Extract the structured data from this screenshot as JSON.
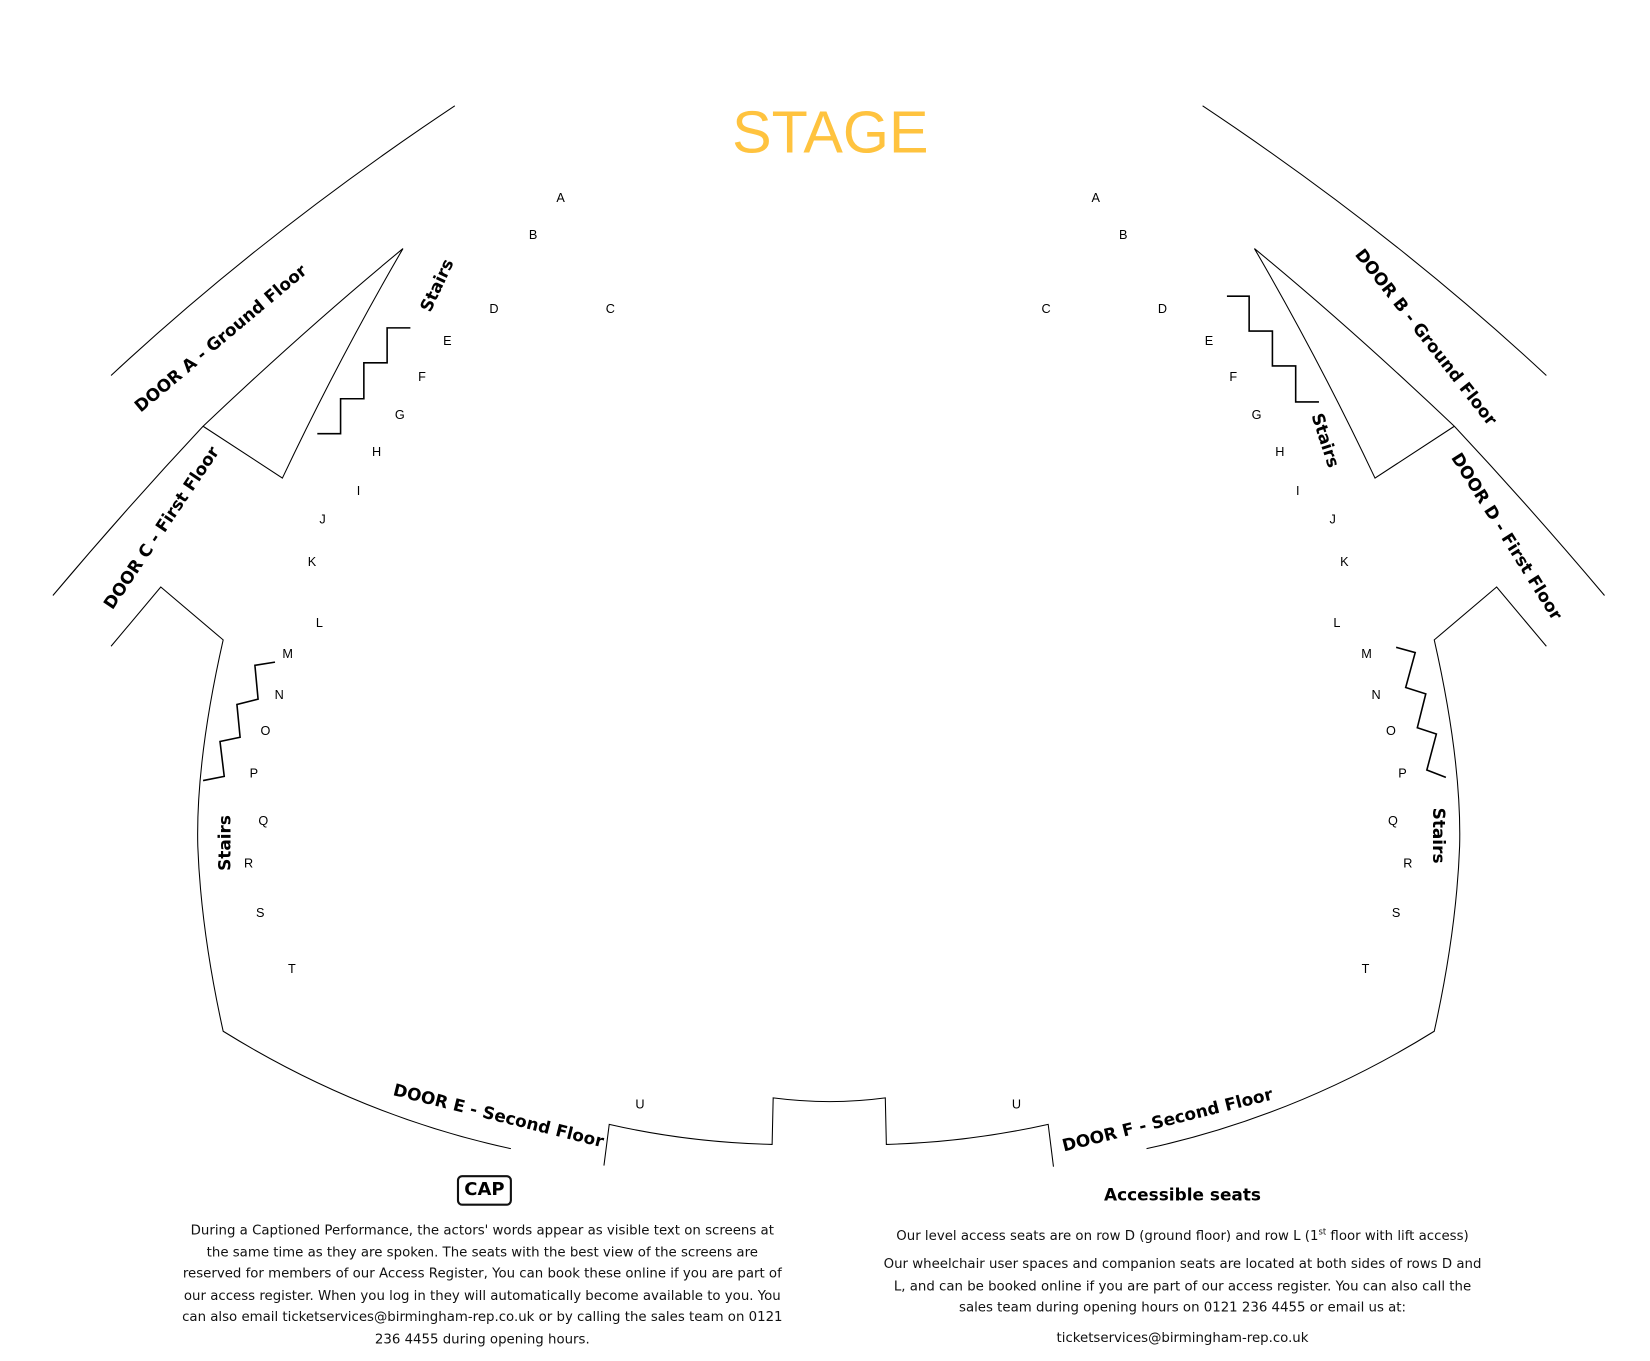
{
  "stage_label": "STAGE",
  "stage_color": "#FFC33F",
  "rows_left": [
    "A",
    "B",
    "C",
    "D",
    "E",
    "F",
    "G",
    "H",
    "I",
    "J",
    "K",
    "L",
    "M",
    "N",
    "O",
    "P",
    "Q",
    "R",
    "S",
    "T",
    "U"
  ],
  "rows_right": [
    "A",
    "B",
    "C",
    "D",
    "E",
    "F",
    "G",
    "H",
    "I",
    "J",
    "K",
    "L",
    "M",
    "N",
    "O",
    "P",
    "Q",
    "R",
    "S",
    "T",
    "U"
  ],
  "doors": {
    "a": "DOOR A - Ground Floor",
    "b": "DOOR B - Ground Floor",
    "c": "DOOR C - First Floor",
    "d": "DOOR D - First Floor",
    "e": "DOOR E - Second Floor",
    "f": "DOOR F - Second Floor"
  },
  "stairs_label": "Stairs",
  "captioned": {
    "badge": "CAP",
    "text": "During a Captioned Performance, the actors' words appear as visible text on screens at the same time as they are spoken. The seats with the best view of the screens are reserved for members of our Access Register, You can book these online if you are part of our access register. When you log in they will automatically become available to you. You can also email ticketservices@birmingham-rep.co.uk or by calling the sales team on 0121 236 4455 during opening hours."
  },
  "accessible": {
    "title": "Accessible seats",
    "line1_a": "Our level access seats are on row D (ground floor) and row L (1",
    "line1_sup": "st",
    "line1_b": " floor with lift access)",
    "line2": "Our wheelchair user spaces and companion seats are located at both sides of rows D and L, and can be booked online if you are part of our access register. You can also call the sales team during opening hours on 0121 236 4455 or email us at:",
    "email": "ticketservices@birmingham-rep.co.uk"
  }
}
